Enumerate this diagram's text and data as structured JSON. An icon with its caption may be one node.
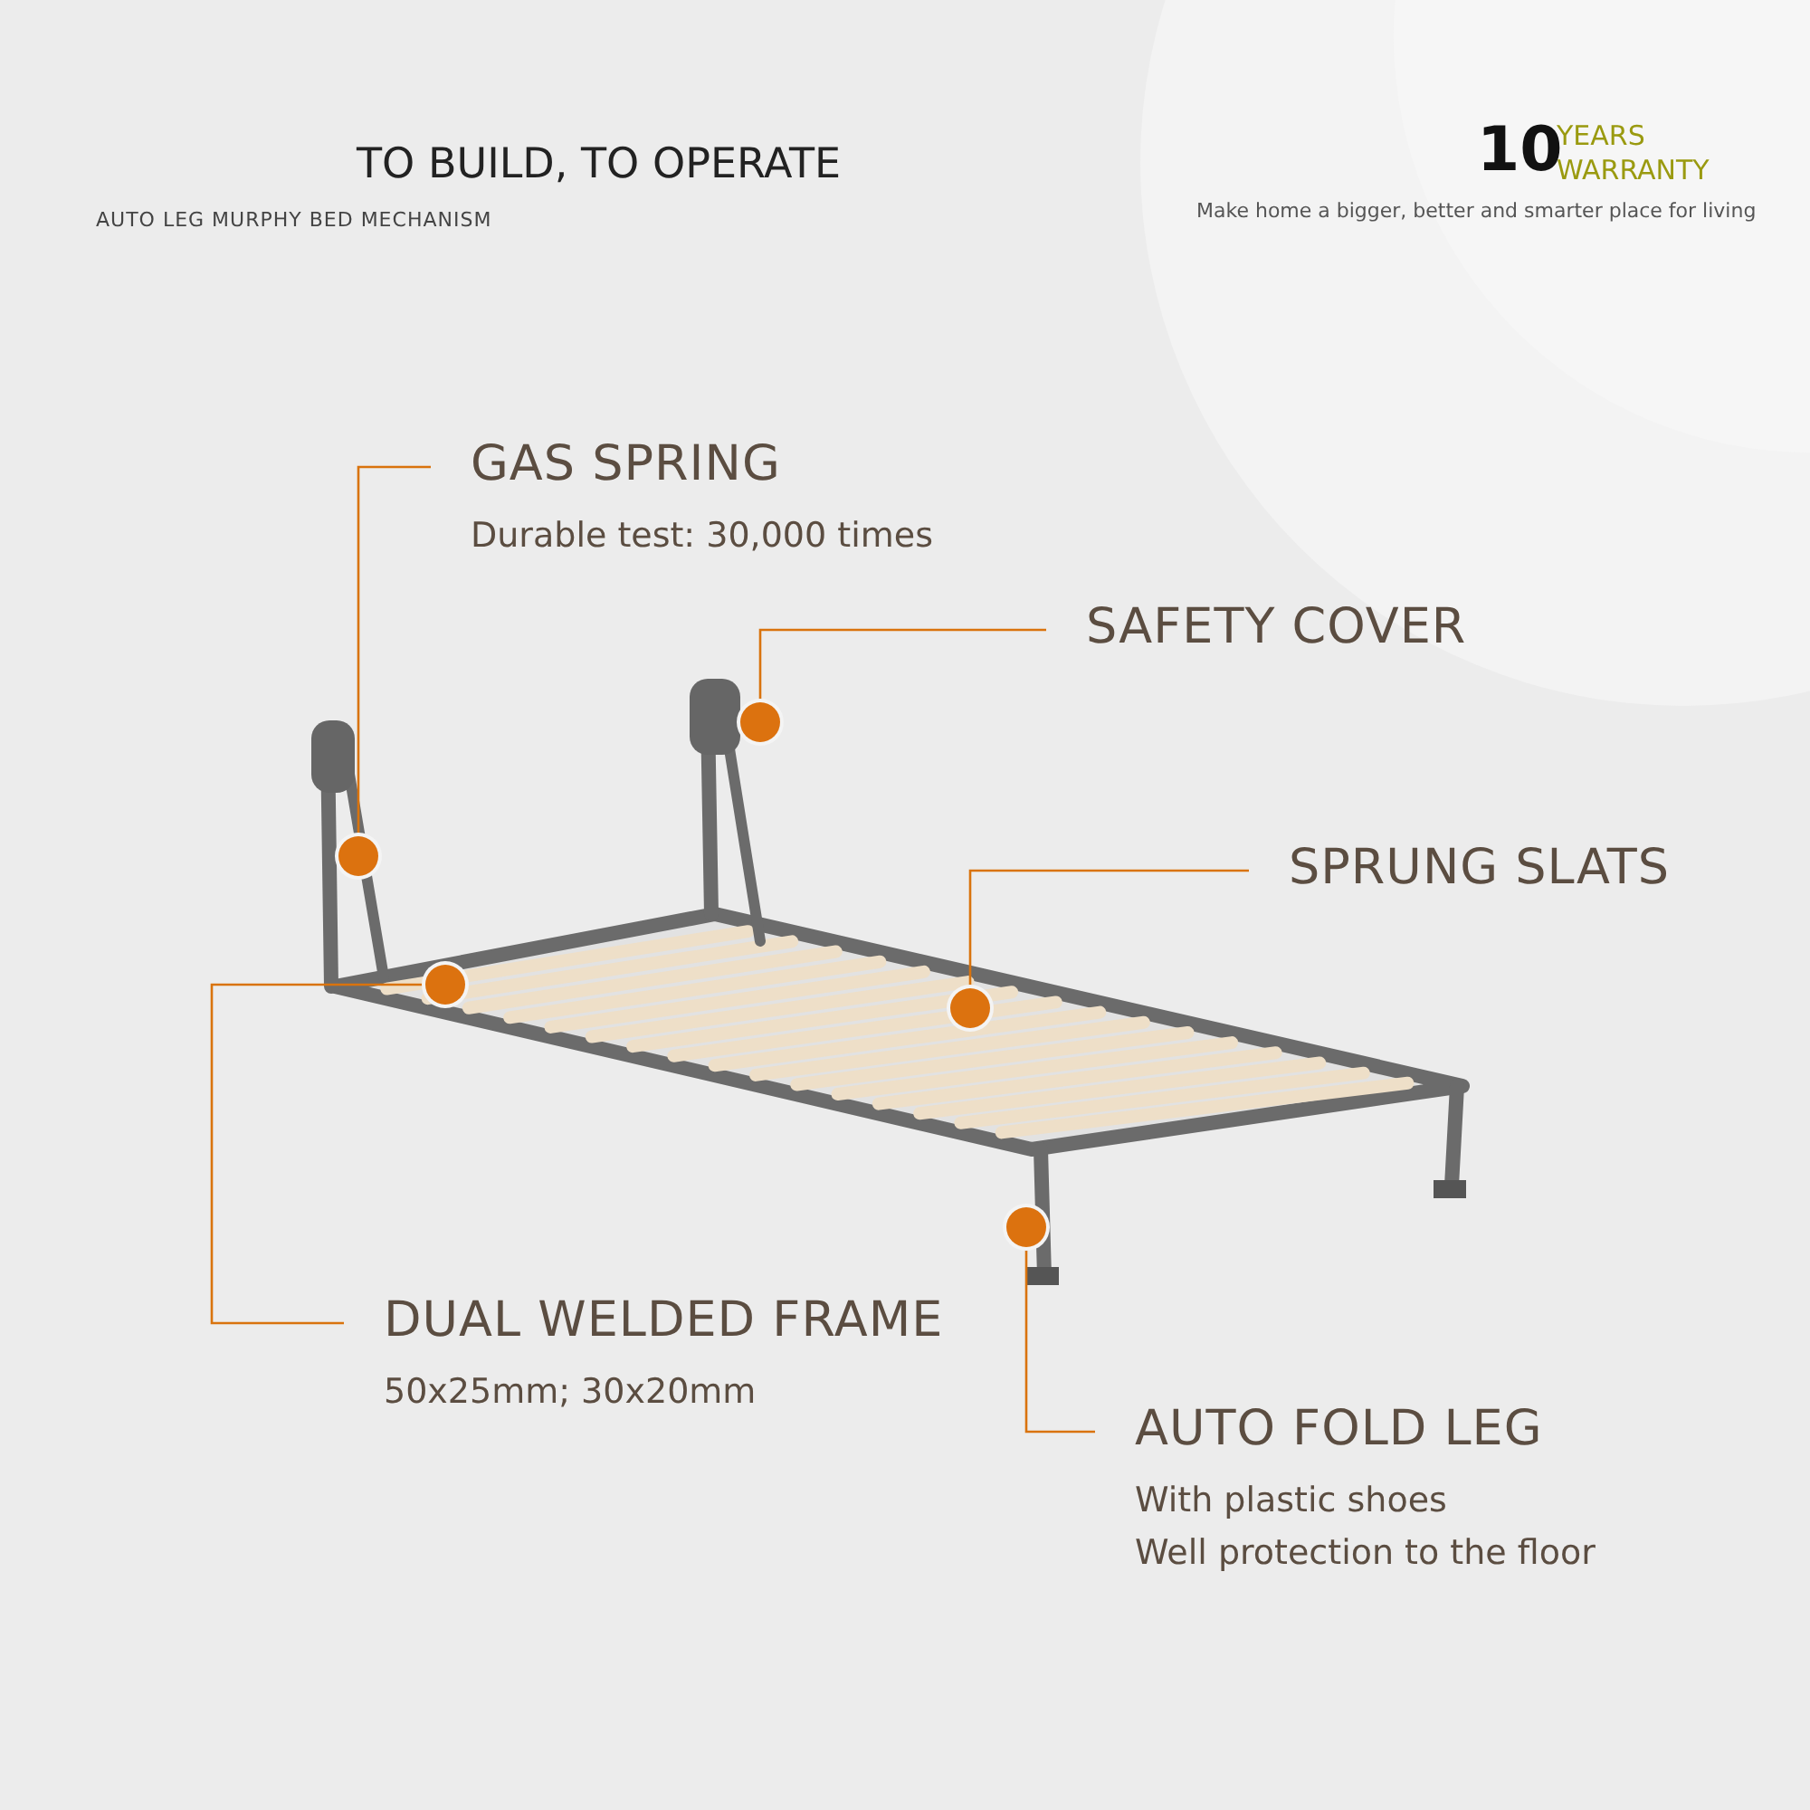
{
  "diagram": {
    "nodes": [
      {
        "text": [
          "GAS SPRING",
          "Durable test: 30,000 times"
        ]
      },
      {
        "text": [],
        "shape": "circle"
      },
      {
        "text": [
          "SAFETY COVER"
        ]
      },
      {
        "text": [],
        "shape": "circle"
      },
      {
        "text": [
          "SPRUNG SLATS"
        ]
      },
      {
        "text": [],
        "shape": "circle"
      },
      {
        "text": [
          "DUAL WELDED FRAME",
          "50x25mm; 30x20mm"
        ]
      },
      {
        "text": [],
        "shape": "circle"
      },
      {
        "text": [
          "AUTO FOLD LEG",
          "With plastic shoes",
          "Well protection to the floor"
        ]
      },
      {
        "text": [],
        "shape": "circle"
      }
    ],
    "edges": [
      {
        "from": 0,
        "to": 1,
        "arrow": "none"
      },
      {
        "from": 2,
        "to": 3,
        "arrow": "none"
      },
      {
        "from": 4,
        "to": 5,
        "arrow": "none"
      },
      {
        "from": 6,
        "to": 7,
        "arrow": "none"
      },
      {
        "from": 8,
        "to": 9,
        "arrow": "none"
      }
    ],
    "labels": [
      "TO BUILD, TO OPERATE",
      "AUTO LEG MURPHY BED MECHANISM",
      "10",
      "YEARS WARRANTY",
      "Make home a bigger, better and smarter place for living"
    ]
  }
}
